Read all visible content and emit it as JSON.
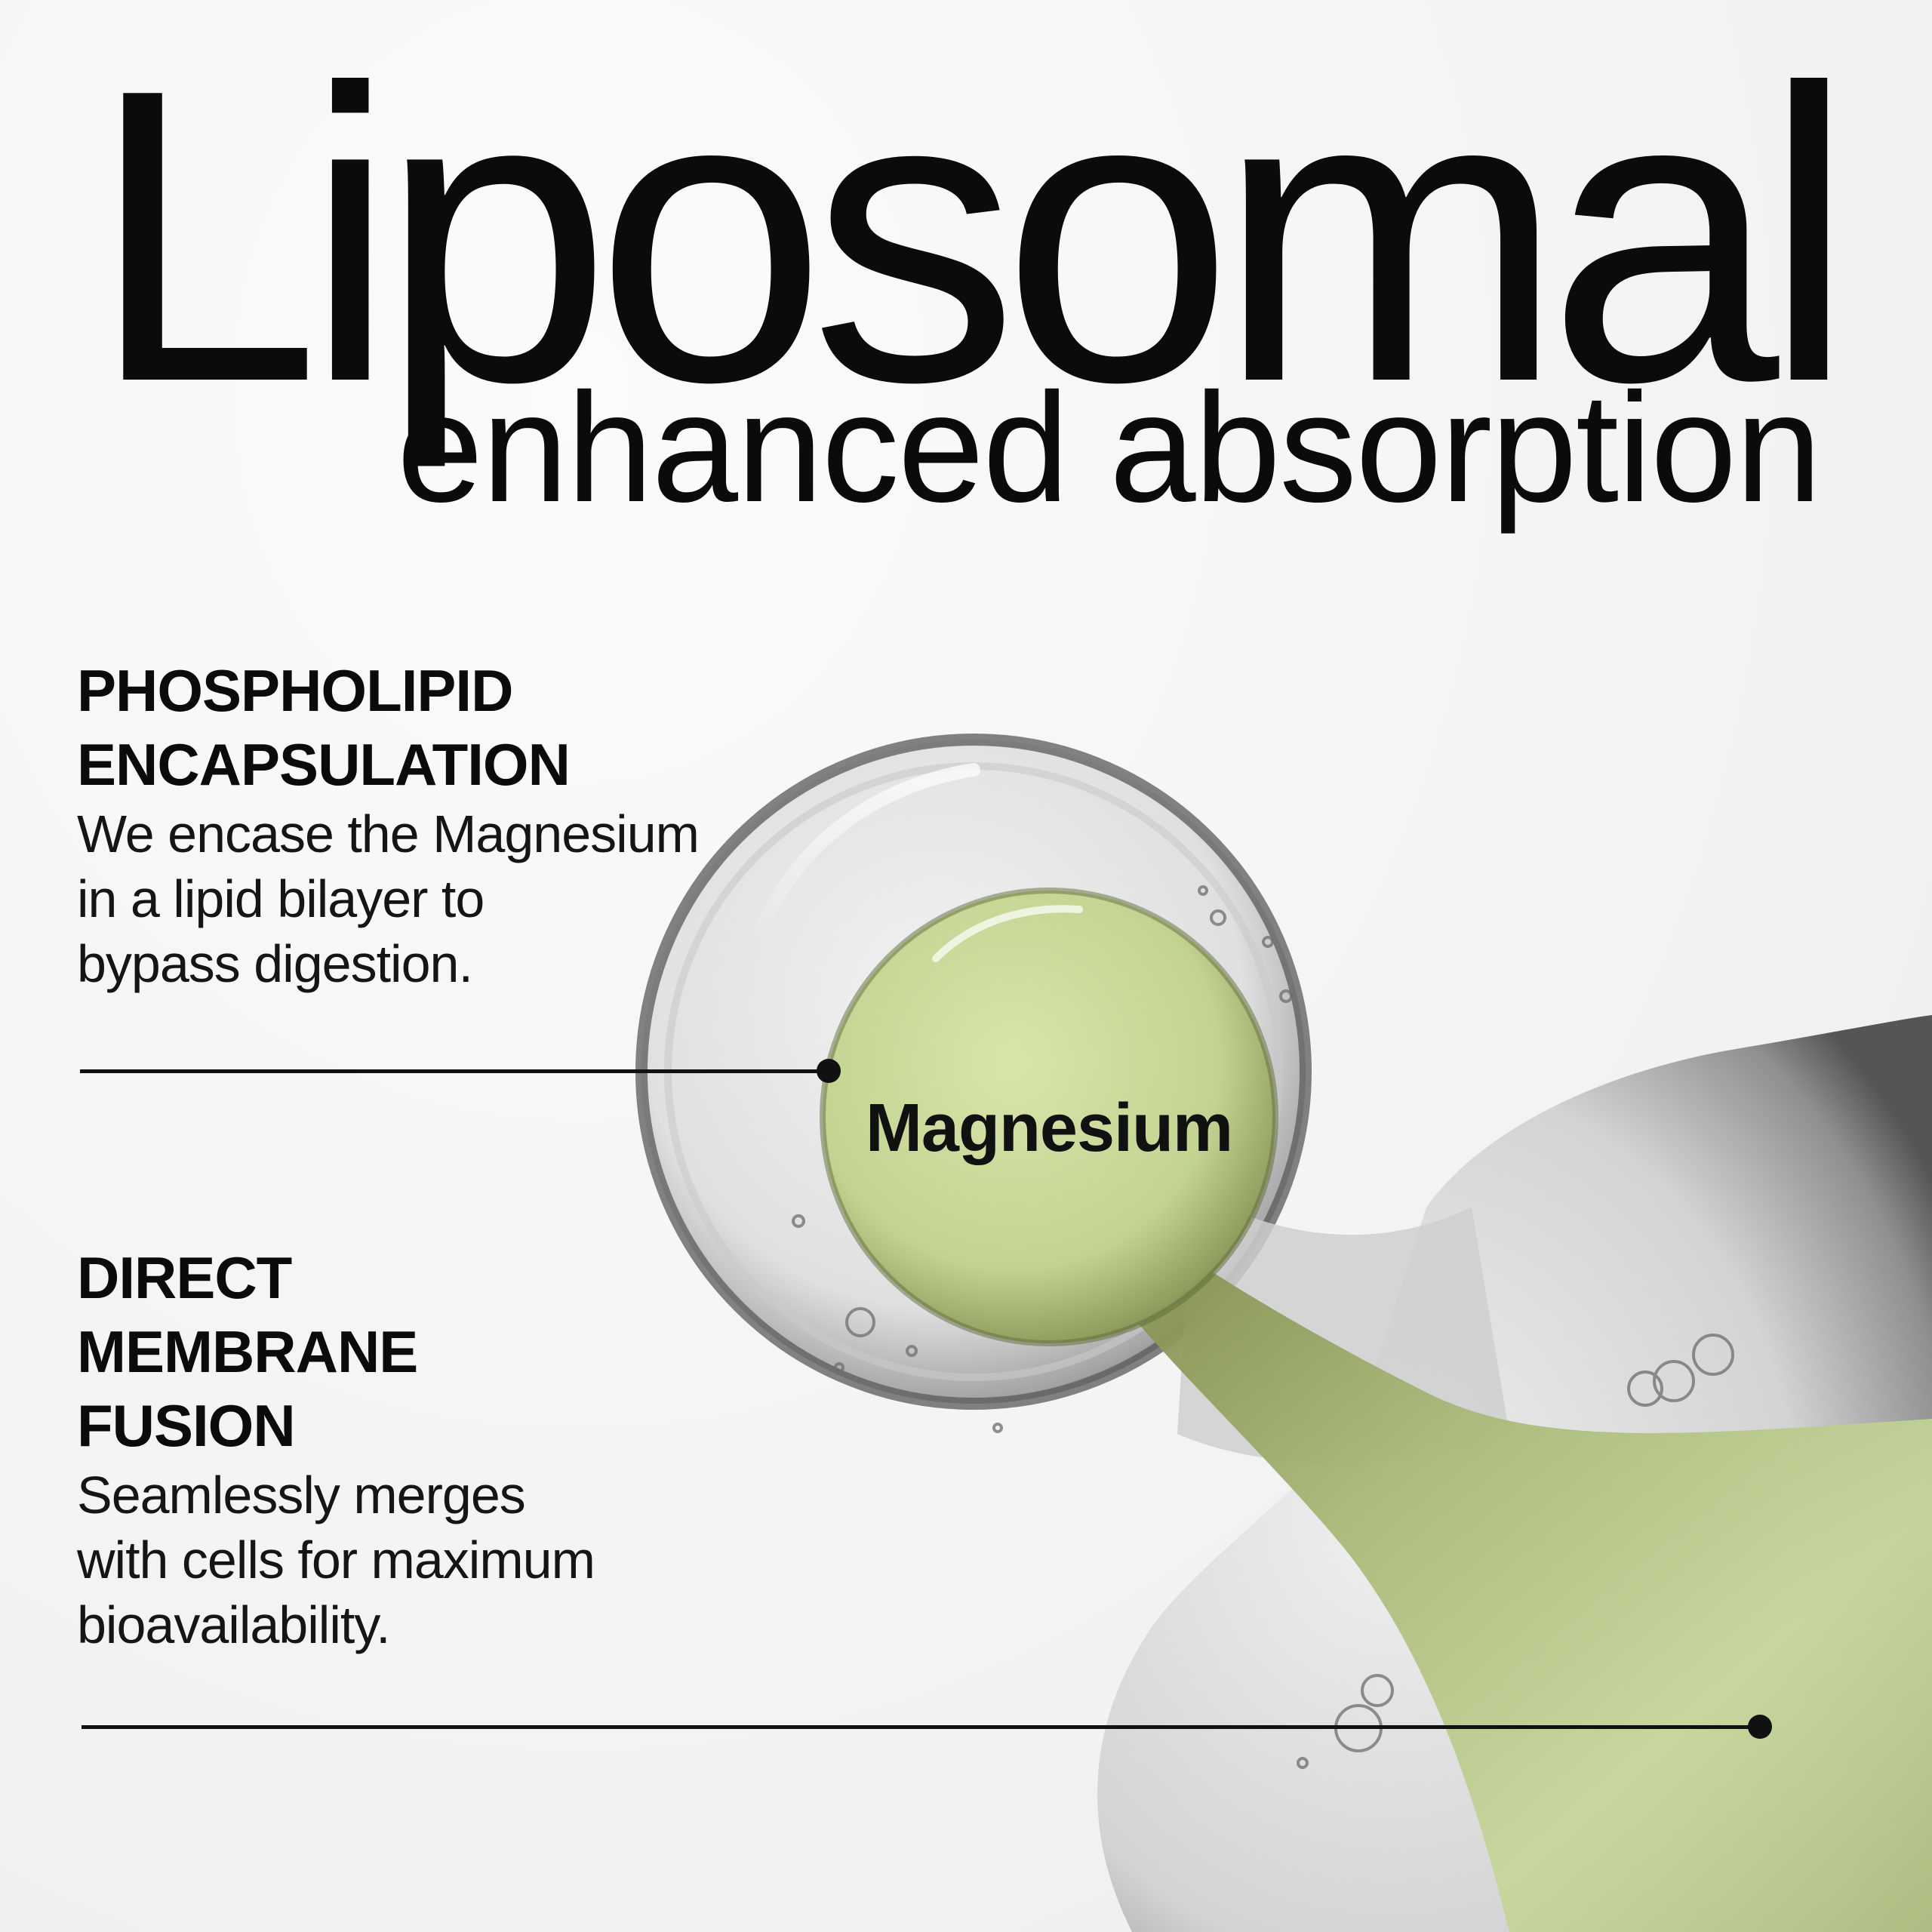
{
  "header": {
    "title": "Liposomal",
    "subtitle": "enhanced absorption"
  },
  "features": [
    {
      "title": "PHOSPHOLIPID\nENCAPSULATION",
      "description": "We encase the Magnesium\nin a lipid bilayer to\nbypass digestion."
    },
    {
      "title": "DIRECT\nMEMBRANE\nFUSION",
      "description": "Seamlessly merges\nwith cells for maximum\nbioavailability."
    }
  ],
  "illustration": {
    "core_label": "Magnesium",
    "icon": "liposome-icon"
  },
  "colors": {
    "background": "#f5f5f5",
    "text": "#0b0b0b",
    "magnesium_green": "#c7d79a",
    "shell_grey": "#8f8f8f"
  }
}
